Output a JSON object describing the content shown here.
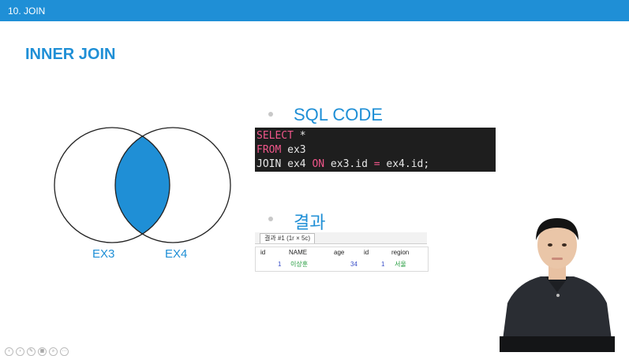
{
  "window": {
    "title": "10. JOIN"
  },
  "slide": {
    "title": "INNER JOIN"
  },
  "venn": {
    "left_label": "EX3",
    "right_label": "EX4",
    "overlap_color": "#1f8fd6"
  },
  "sql_section": {
    "heading": "SQL CODE",
    "lines": [
      {
        "kw": "SELECT",
        "rest": " *"
      },
      {
        "kw": "FROM",
        "rest": " ex3"
      },
      {
        "pre": "JOIN ex4 ",
        "kw": "ON",
        "mid": " ex3.id ",
        "op": "=",
        "post": " ex4.id;"
      }
    ]
  },
  "result_section": {
    "heading": "결과",
    "tab_label": "결과 #1 (1r × 5c)",
    "columns": [
      "id",
      "NAME",
      "age",
      "id",
      "region"
    ],
    "rows": [
      [
        "1",
        "이상훈",
        "34",
        "1",
        "서울"
      ]
    ]
  },
  "colors": {
    "accent": "#1f8fd6",
    "code_bg": "#1e1e1e",
    "keyword": "#f0568a"
  }
}
